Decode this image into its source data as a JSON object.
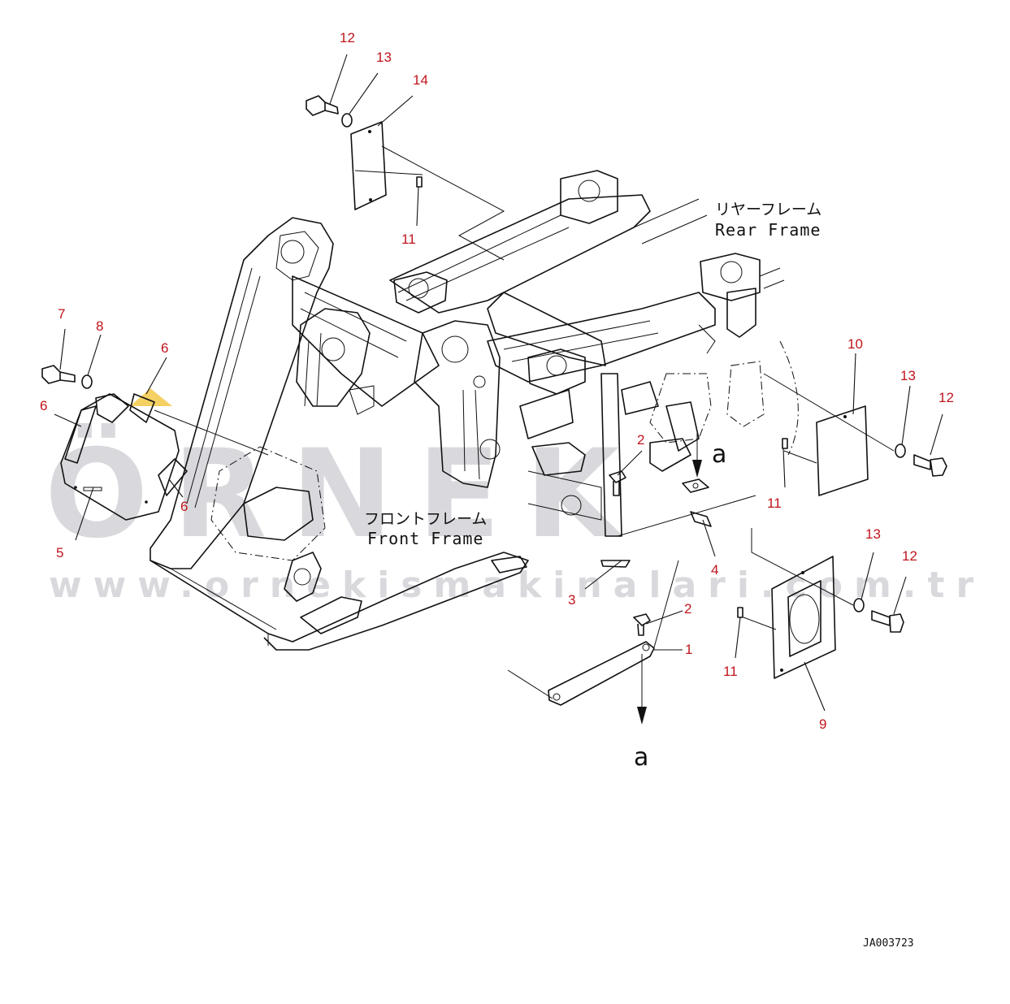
{
  "frame_labels": {
    "rear_jp": "リヤーフレーム",
    "rear_en": "Rear Frame",
    "front_jp": "フロントフレーム",
    "front_en": "Front Frame"
  },
  "callouts": {
    "c12_top": "12",
    "c13_top": "13",
    "c14": "14",
    "c11_top": "11",
    "c7": "7",
    "c8": "8",
    "c6_top": "6",
    "c6_left": "6",
    "c6_right": "6",
    "c5": "5",
    "c10": "10",
    "c13_mid": "13",
    "c12_mid": "12",
    "c11_mid": "11",
    "c2_top": "2",
    "c4": "4",
    "c3": "3",
    "c2_bottom": "2",
    "c1": "1",
    "c13_low": "13",
    "c12_low": "12",
    "c11_low": "11",
    "c9": "9"
  },
  "arrow_labels": {
    "upper": "a",
    "lower": "a"
  },
  "drawing_code": "JA003723",
  "watermark": {
    "brand": "ÖRNEK",
    "url": "www.ornekismakinalari.com.tr"
  },
  "colors": {
    "callout": "#c0141c",
    "line": "#111111",
    "watermark": "#9c9ca6",
    "watermark_accent": "#f2c230"
  }
}
